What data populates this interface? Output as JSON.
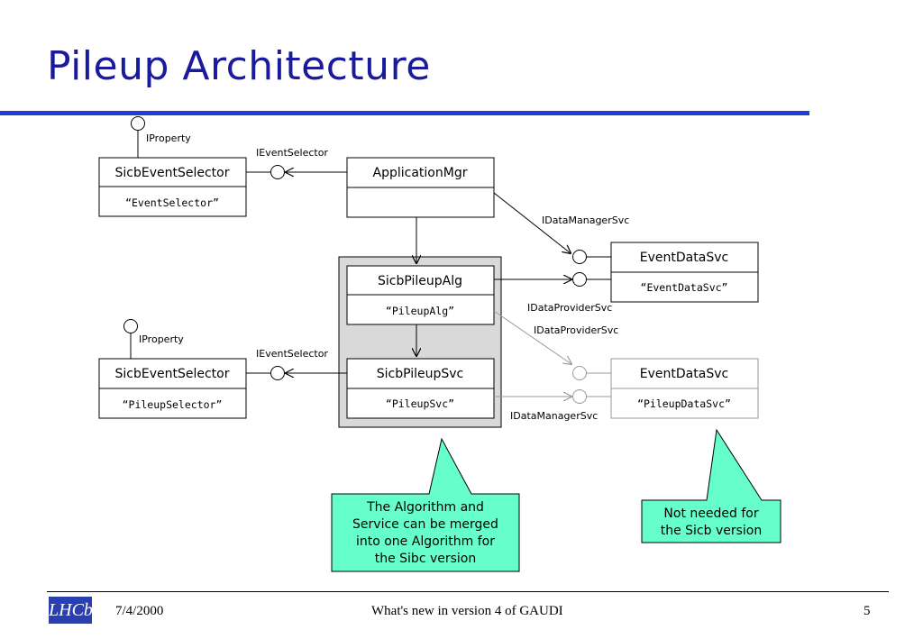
{
  "title": "Pileup Architecture",
  "boxes": {
    "sel1": {
      "name": "SicbEventSelector",
      "sub": "“EventSelector”"
    },
    "appmgr": {
      "name": "ApplicationMgr",
      "sub": ""
    },
    "eds1": {
      "name": "EventDataSvc",
      "sub": "“EventDataSvc”"
    },
    "alg": {
      "name": "SicbPileupAlg",
      "sub": "“PileupAlg”"
    },
    "sel2": {
      "name": "SicbEventSelector",
      "sub": "“PileupSelector”"
    },
    "svc": {
      "name": "SicbPileupSvc",
      "sub": "“PileupSvc”"
    },
    "eds2": {
      "name": "EventDataSvc",
      "sub": "“PileupDataSvc”"
    }
  },
  "interfaces": {
    "iprop1": "IProperty",
    "isel1": "IEventSelector",
    "idm1": "IDataManagerSvc",
    "idp1": "IDataProviderSvc",
    "idp2": "IDataProviderSvc",
    "iprop2": "IProperty",
    "isel2": "IEventSelector",
    "idm2": "IDataManagerSvc"
  },
  "notes": {
    "merge": [
      "The Algorithm and",
      "Service can be merged",
      "into one Algorithm for",
      "the Sibc version"
    ],
    "notneeded": [
      "Not needed for",
      "the Sicb version"
    ]
  },
  "footer": {
    "logo": "LHCb",
    "date": "7/4/2000",
    "center": "What's new in version 4 of GAUDI",
    "page": "5"
  },
  "colors": {
    "title": "#1a1a9c",
    "rule": "#1c3fd6",
    "note_fill": "#66ffcc",
    "group_fill": "#d9d9d9",
    "dim": "#999999"
  }
}
